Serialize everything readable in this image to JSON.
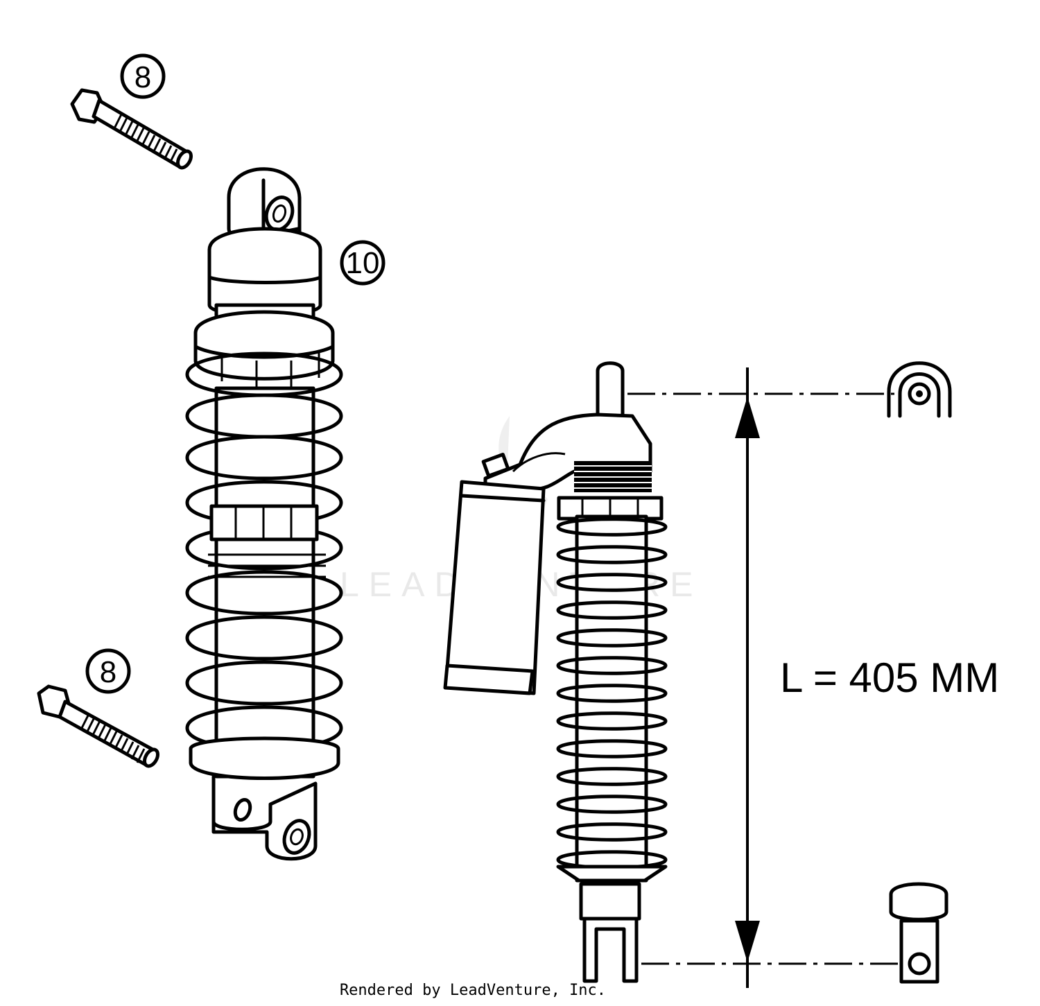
{
  "callouts": [
    {
      "id": "bolt_top",
      "label": "8"
    },
    {
      "id": "shock",
      "label": "10"
    },
    {
      "id": "bolt_bottom",
      "label": "8"
    }
  ],
  "dimension": {
    "text": "L = 405 MM"
  },
  "watermark": {
    "text": "LEADVENTURE"
  },
  "footer": {
    "text": "Rendered by LeadVenture, Inc."
  },
  "colors": {
    "line": "#000000",
    "background": "#ffffff",
    "watermark": "#e9e9e9"
  }
}
